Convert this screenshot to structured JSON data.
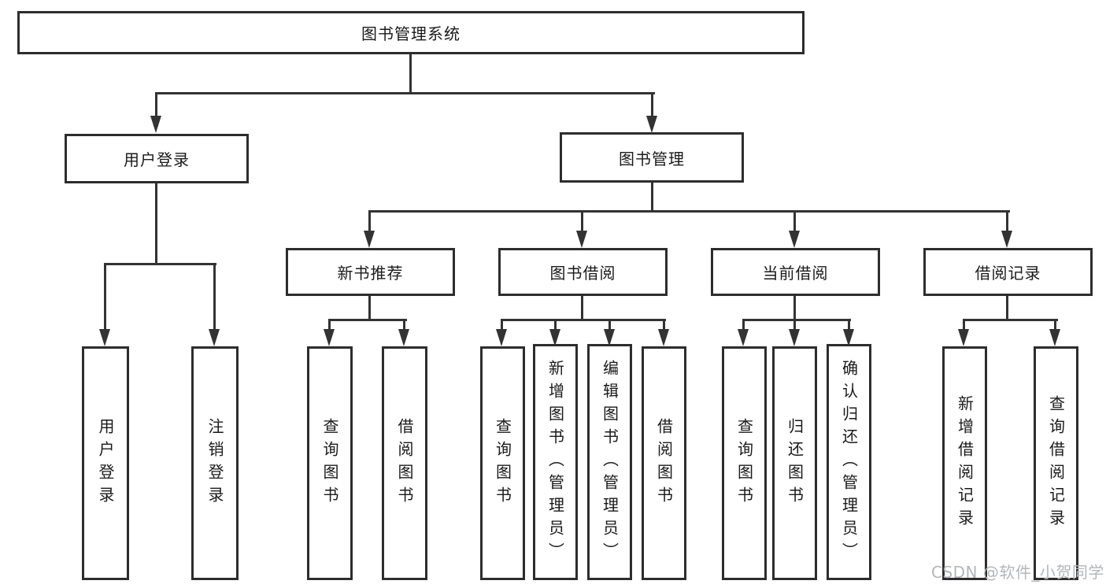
{
  "colors": {
    "line": "#333333",
    "box_border": "#2d2d2d",
    "text": "#1a1a1a",
    "watermark": "#b3b6ba",
    "background": "#ffffff"
  },
  "watermark": {
    "text": "CSDN @软件_小贺同学"
  },
  "tree": {
    "label": "图书管理系统",
    "children": [
      {
        "label": "用户登录",
        "children": [
          {
            "label": "用户登录"
          },
          {
            "label": "注销登录"
          }
        ]
      },
      {
        "label": "图书管理",
        "children": [
          {
            "label": "新书推荐",
            "children": [
              {
                "label": "查询图书"
              },
              {
                "label": "借阅图书"
              }
            ]
          },
          {
            "label": "图书借阅",
            "children": [
              {
                "label": "查询图书"
              },
              {
                "label": "新增图书（管理员）"
              },
              {
                "label": "编辑图书（管理员）"
              },
              {
                "label": "借阅图书"
              }
            ]
          },
          {
            "label": "当前借阅",
            "children": [
              {
                "label": "查询图书"
              },
              {
                "label": "归还图书"
              },
              {
                "label": "确认归还（管理员）"
              }
            ]
          },
          {
            "label": "借阅记录",
            "children": [
              {
                "label": "新增借阅记录"
              },
              {
                "label": "查询借阅记录"
              }
            ]
          }
        ]
      }
    ]
  }
}
